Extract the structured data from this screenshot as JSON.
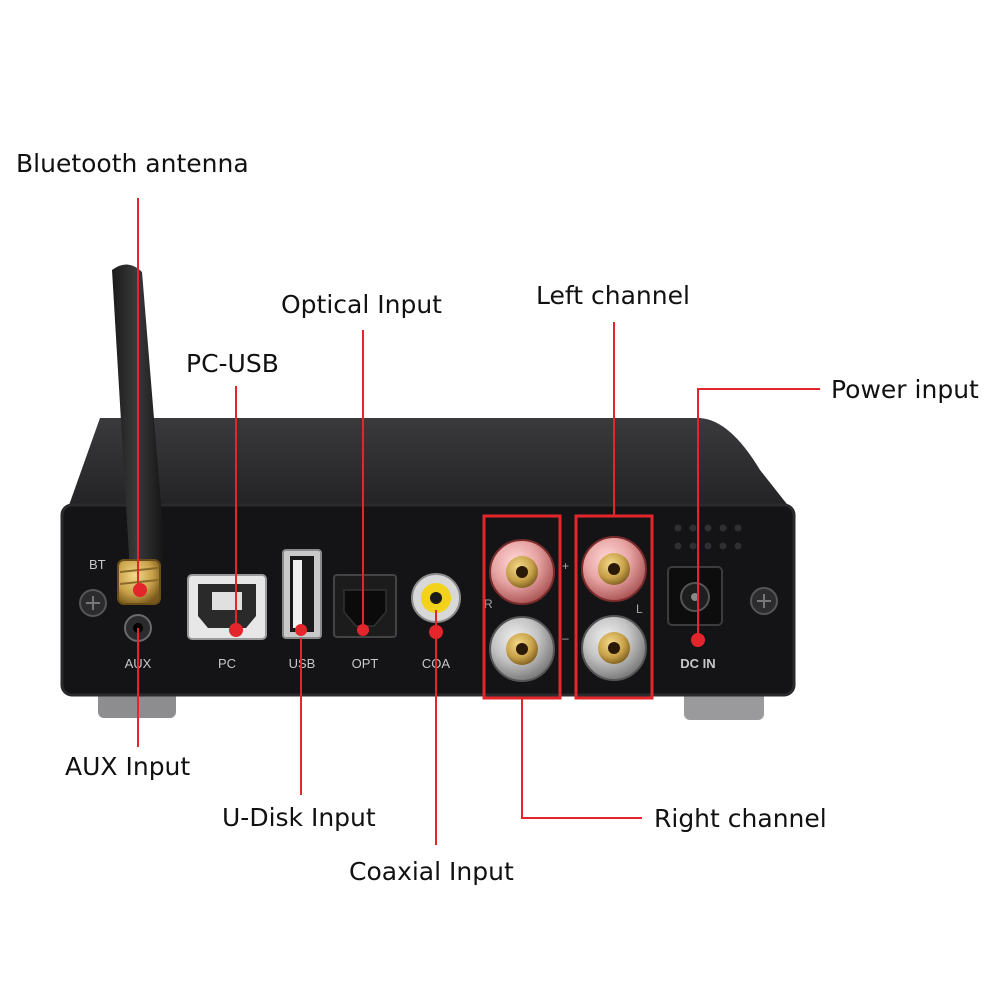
{
  "colors": {
    "accent": "#e3262b",
    "chassis": "#1b1b1d",
    "panel": "#121214",
    "gold": "#c9a24a"
  },
  "callouts": {
    "bluetooth_antenna": "Bluetooth antenna",
    "pc_usb": "PC-USB",
    "optical_input": "Optical Input",
    "left_channel": "Left channel",
    "power_input": "Power input",
    "aux_input": "AUX Input",
    "u_disk_input": "U-Disk Input",
    "coaxial_input": "Coaxial Input",
    "right_channel": "Right channel"
  },
  "panel_labels": {
    "bt": "BT",
    "aux": "AUX",
    "pc": "PC",
    "usb": "USB",
    "opt": "OPT",
    "coa": "COA",
    "dc_in": "DC IN",
    "r": "R",
    "l": "L",
    "plus": "+",
    "minus": "–"
  }
}
